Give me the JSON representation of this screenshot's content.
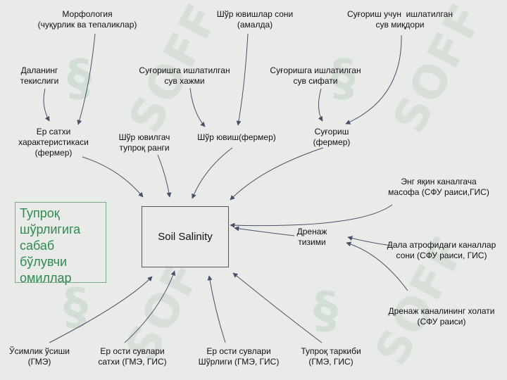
{
  "title": "Тупроқ\nшўрлигига\nсабаб\nбўлувчи\nомиллар",
  "center": "Soil Salinity",
  "watermark": "SOFF",
  "nodes": [
    {
      "id": "morfologiya",
      "text": "Морфология\n(чуқурлик ва тепаликлар)"
    },
    {
      "id": "shur_yuvish_soni",
      "text": "Шўр ювишлар сони\n(амалда)"
    },
    {
      "id": "sugorish_suv_miqdori",
      "text": "Суғориш учун  ишлатилган\nсув миқдори"
    },
    {
      "id": "dalaning_tekisligi",
      "text": "Даланинг\nтекислиги"
    },
    {
      "id": "suv_hajmi",
      "text": "Суғоришга ишлатилган\nсув хажми"
    },
    {
      "id": "suv_sifati",
      "text": "Суғоришга ишлатилган\nсув сифати"
    },
    {
      "id": "yer_sathi",
      "text": "Ер сатхи\nхарактеристикаси\n(фермер)"
    },
    {
      "id": "shur_yuvilgach",
      "text": "Шўр ювилгач\nтупроқ ранги"
    },
    {
      "id": "shur_yuvish",
      "text": "Шўр ювиш(фермер)"
    },
    {
      "id": "sugorish",
      "text": "Суғориш\n(фермер)"
    },
    {
      "id": "kanal_masofa",
      "text": "Энг яқин каналгача\nмасофа (СФУ раиси,ГИС)"
    },
    {
      "id": "drenaj",
      "text": "Дренаж\nтизими"
    },
    {
      "id": "dala_kanallar",
      "text": "Дала атрофидаги каналлар\nсони (СФУ раиси, ГИС)"
    },
    {
      "id": "drenaj_holati",
      "text": "Дренаж каналининг холати\n(СФУ раиси)"
    },
    {
      "id": "usimlik",
      "text": "Ўсимлик ўсиши\n(ГМЭ)"
    },
    {
      "id": "er_osti_sathi",
      "text": "Ер ости сувлари\nсатхи (ГМЭ, ГИС)"
    },
    {
      "id": "er_osti_shurligi",
      "text": "Ер ости сувлари\nШўрлиги (ГМЭ, ГИС)"
    },
    {
      "id": "tuproq_tarkibi",
      "text": "Тупроқ таркиби\n(ГМЭ, ГИС)"
    }
  ],
  "edges": [
    {
      "from": "morfologiya",
      "to": "yer_sathi"
    },
    {
      "from": "dalaning_tekisligi",
      "to": "yer_sathi"
    },
    {
      "from": "suv_hajmi",
      "to": "shur_yuvish"
    },
    {
      "from": "shur_yuvish_soni",
      "to": "shur_yuvish"
    },
    {
      "from": "suv_sifati",
      "to": "sugorish"
    },
    {
      "from": "sugorish_suv_miqdori",
      "to": "sugorish"
    },
    {
      "from": "yer_sathi",
      "to": "center"
    },
    {
      "from": "shur_yuvilgach",
      "to": "center"
    },
    {
      "from": "shur_yuvish",
      "to": "center"
    },
    {
      "from": "sugorish",
      "to": "center"
    },
    {
      "from": "kanal_masofa",
      "to": "center"
    },
    {
      "from": "drenaj",
      "to": "center"
    },
    {
      "from": "dala_kanallar",
      "to": "drenaj"
    },
    {
      "from": "drenaj_holati",
      "to": "drenaj"
    },
    {
      "from": "usimlik",
      "to": "center"
    },
    {
      "from": "er_osti_sathi",
      "to": "center"
    },
    {
      "from": "er_osti_shurligi",
      "to": "center"
    },
    {
      "from": "tuproq_tarkibi",
      "to": "center"
    }
  ]
}
